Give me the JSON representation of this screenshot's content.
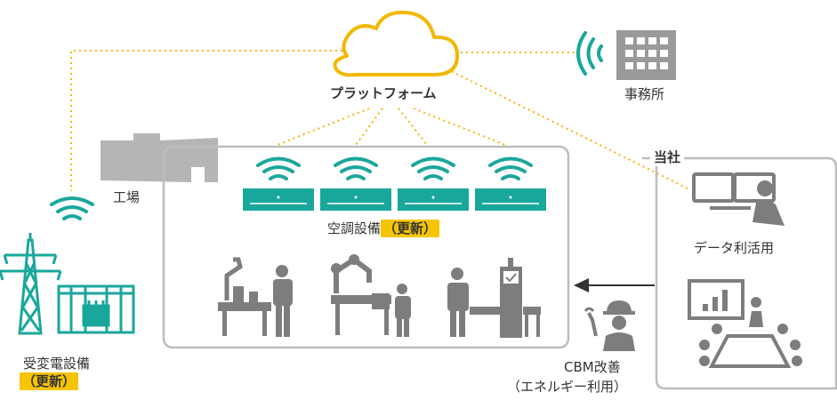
{
  "platform": {
    "label": "プラットフォーム"
  },
  "office": {
    "label": "事務所"
  },
  "factory": {
    "label": "工場"
  },
  "hvac": {
    "label": "空調設備",
    "badge": "（更新）"
  },
  "company": {
    "label": "当社"
  },
  "data_usage": {
    "label": "データ利活用"
  },
  "cbm": {
    "line1": "CBM改善",
    "line2": "（エネルギー利用）"
  },
  "substation": {
    "label": "受変電設備",
    "badge": "（更新）"
  },
  "colors": {
    "teal": "#1aa79b",
    "gray": "#8a8a8a",
    "frame": "#bdbdbd",
    "yellow": "#f6c400",
    "cloud": "#f2b800"
  }
}
